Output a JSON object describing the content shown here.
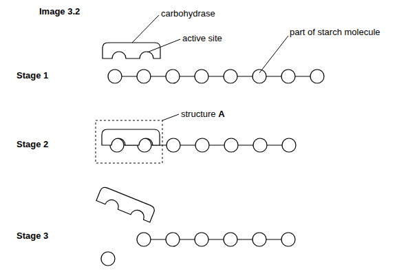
{
  "diagram": {
    "title": "Image 3.2",
    "labels": [
      "carbohydrase",
      "active site",
      "part of starch molecule",
      "Stage 1",
      "Stage 2",
      "structure A",
      "Stage 3"
    ]
  }
}
